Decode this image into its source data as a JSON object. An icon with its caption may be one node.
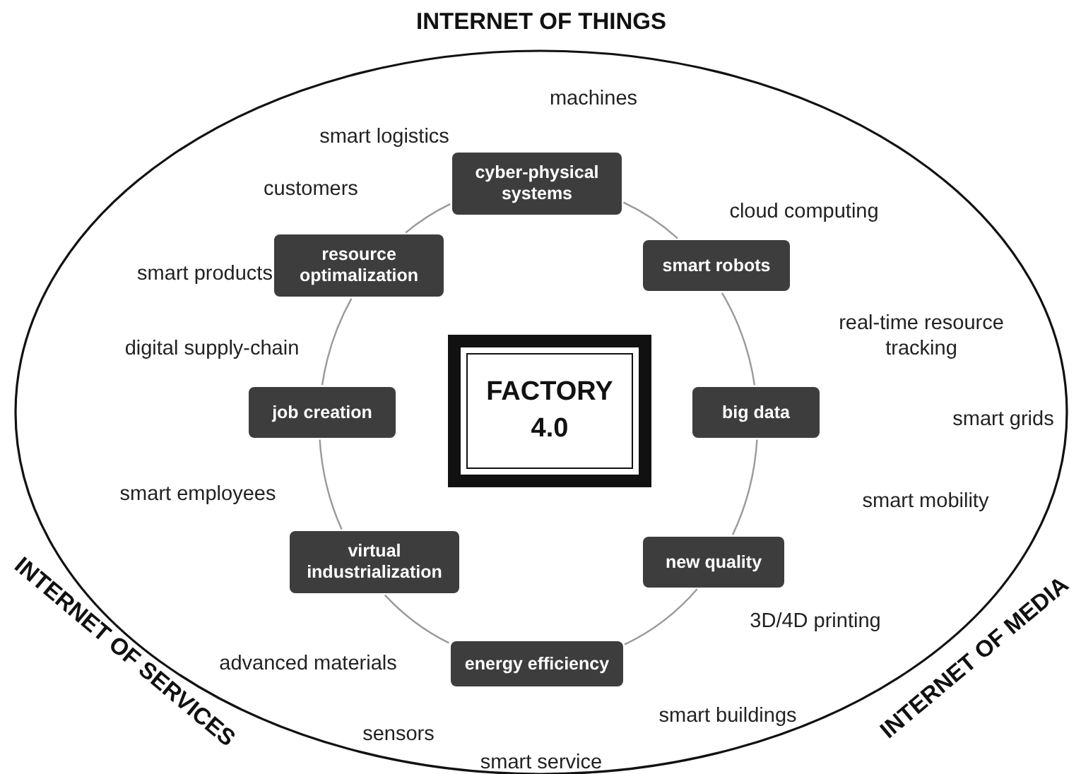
{
  "diagram": {
    "nodes": [
      {
        "text": [
          "cyber-physical systems"
        ]
      },
      {
        "text": [
          "resource optimalization"
        ]
      },
      {
        "text": [
          "smart robots"
        ]
      },
      {
        "text": [
          "job creation"
        ]
      },
      {
        "text": [
          "FACTORY 4.0"
        ]
      },
      {
        "text": [
          "big data"
        ]
      },
      {
        "text": [
          "virtual industrialization"
        ]
      },
      {
        "text": [
          "new quality"
        ]
      },
      {
        "text": [
          "energy efficiency"
        ]
      }
    ],
    "edges": [
      {
        "from": 0,
        "to": 2,
        "arrow": "none"
      },
      {
        "from": 2,
        "to": 5,
        "arrow": "none"
      },
      {
        "from": 5,
        "to": 7,
        "arrow": "none"
      },
      {
        "from": 7,
        "to": 8,
        "arrow": "none"
      },
      {
        "from": 8,
        "to": 6,
        "arrow": "none"
      },
      {
        "from": 6,
        "to": 3,
        "arrow": "none"
      },
      {
        "from": 3,
        "to": 1,
        "arrow": "none"
      },
      {
        "from": 1,
        "to": 0,
        "arrow": "none"
      }
    ],
    "labels": [
      "INTERNET OF THINGS",
      "machines",
      "smart logistics",
      "cloud computing",
      "customers",
      "smart products",
      "real-time resource tracking",
      "digital supply-chain",
      "smart grids",
      "smart employees",
      "smart mobility",
      "INTERNET OF SERVICES",
      "INTERNET OF MEDIA",
      "advanced materials",
      "3D/4D printing",
      "sensors",
      "smart buildings",
      "smart service"
    ]
  }
}
